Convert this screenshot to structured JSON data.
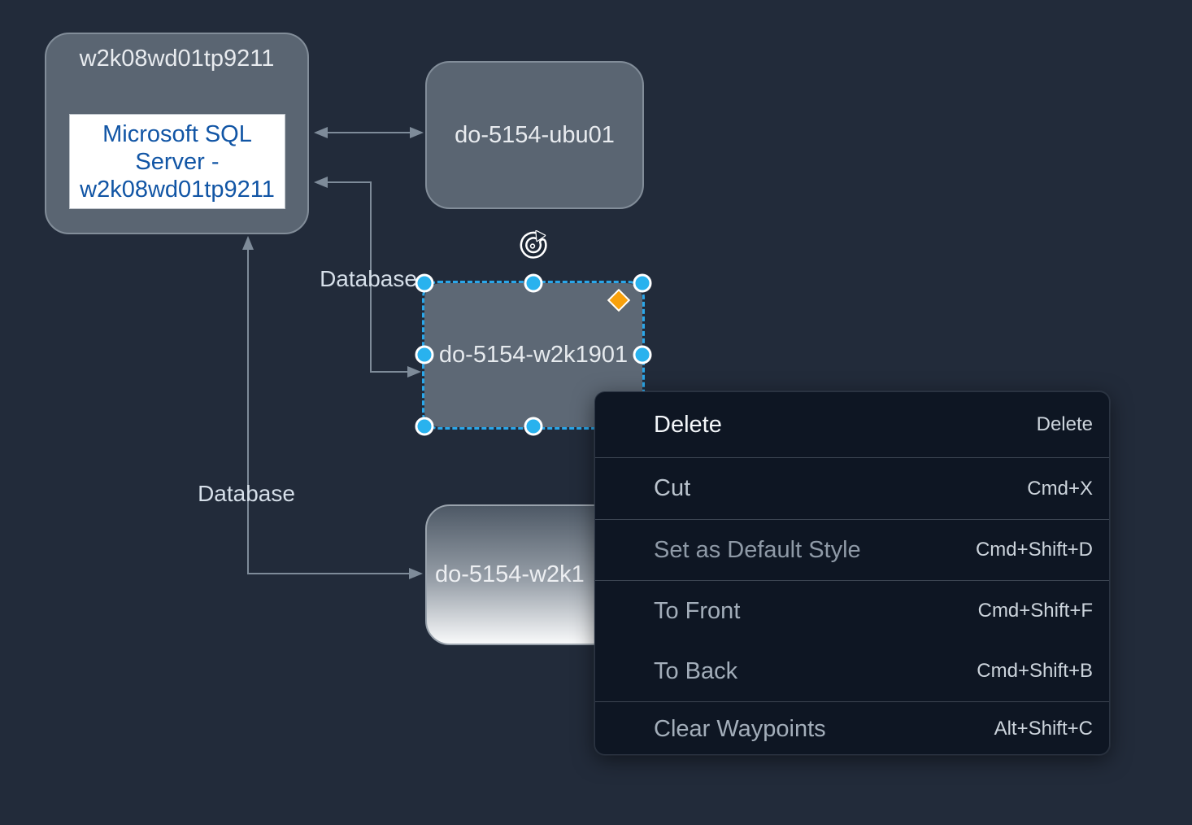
{
  "app": {
    "description": "diagram editor canvas with context menu",
    "background_color": "#222B3A"
  },
  "nodes": {
    "sql_host": {
      "title": "w2k08wd01tp9211",
      "inner_label": "Microsoft SQL Server - w2k08wd01tp9211",
      "inner_text_color": "#1155A5",
      "fill": "#5A6572",
      "border_color": "#828D99"
    },
    "ubu01": {
      "label": "do-5154-ubu01",
      "fill": "#5A6572"
    },
    "w2k1901": {
      "label": "do-5154-w2k1901",
      "selected": true,
      "fill": "#5D6875"
    },
    "w2k19_bottom": {
      "label_visible": "do-5154-w2k1",
      "fill_gradient_top": "#4E5966",
      "fill_gradient_bottom": "#F8F9FA"
    }
  },
  "edges": {
    "color": "#7E8B99",
    "sql_to_ubu01": {
      "label": "",
      "style": "double-arrow"
    },
    "sql_to_w2k1901": {
      "label": "Database",
      "style": "double-arrow-elbow"
    },
    "sql_to_w2k19_bottom": {
      "label": "Database",
      "style": "double-arrow-elbow"
    }
  },
  "selection": {
    "outline_color": "#2AA7EA",
    "handle_fill": "#29B2EE",
    "connect_point_color": "#F9A10B",
    "handles_count": 8
  },
  "context_menu": {
    "background": "#0E1623",
    "separator_color": "#3C4552",
    "items": [
      {
        "label": "Delete",
        "shortcut": "Delete"
      },
      {
        "label": "Cut",
        "shortcut": "Cmd+X"
      },
      {
        "label": "Set as Default Style",
        "shortcut": "Cmd+Shift+D"
      },
      {
        "label": "To Front",
        "shortcut": "Cmd+Shift+F"
      },
      {
        "label": "To Back",
        "shortcut": "Cmd+Shift+B"
      },
      {
        "label": "Clear Waypoints",
        "shortcut": "Alt+Shift+C"
      }
    ]
  }
}
